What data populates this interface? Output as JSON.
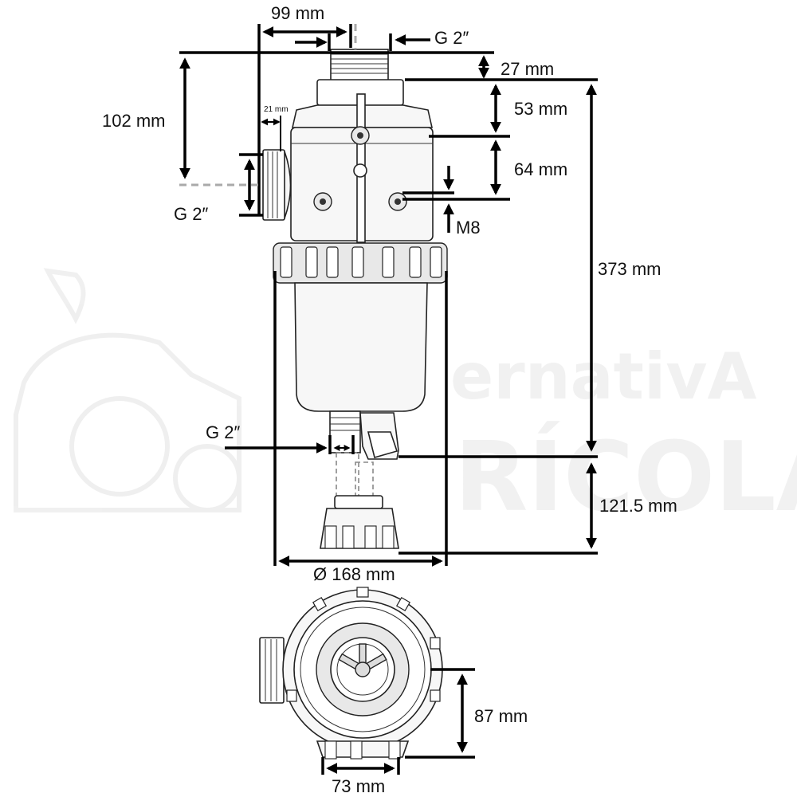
{
  "watermark": {
    "line1": "ernativA",
    "line2": "RÍCOLA"
  },
  "dimensions": {
    "top_width": "99 mm",
    "inlet_thread": "G 2″",
    "cap_height": "27 mm",
    "side_offset": "102 mm",
    "side_thread_offset": "21 mm",
    "head_height": "53 mm",
    "mount_spacing": "64 mm",
    "side_thread": "G 2″",
    "bolt": "M8",
    "total_height": "373 mm",
    "drain_thread": "G 2″",
    "drain_height": "121.5 mm",
    "diameter": "Ø 168 mm",
    "bottom_offset": "87 mm",
    "bottom_width": "73 mm"
  }
}
